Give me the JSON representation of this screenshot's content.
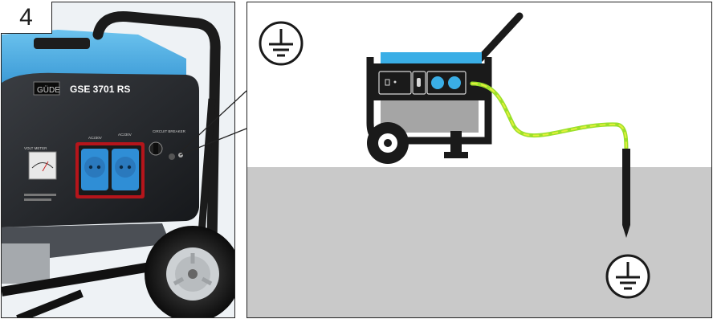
{
  "step_number": "4",
  "product": {
    "brand": "GÜDE",
    "model": "GSE 3701 RS",
    "socket_label_1": "AC230V",
    "socket_label_2": "AC230V",
    "meter_label": "VOLT METER",
    "breaker_label": "CIRCUIT BREAKER"
  },
  "icons": {
    "top": "ground-symbol-icon",
    "bottom": "ground-symbol-icon"
  },
  "colors": {
    "generator_blue": "#3aaee6",
    "cable_green": "#9be02a",
    "ground_gray": "#c9c9c9"
  }
}
